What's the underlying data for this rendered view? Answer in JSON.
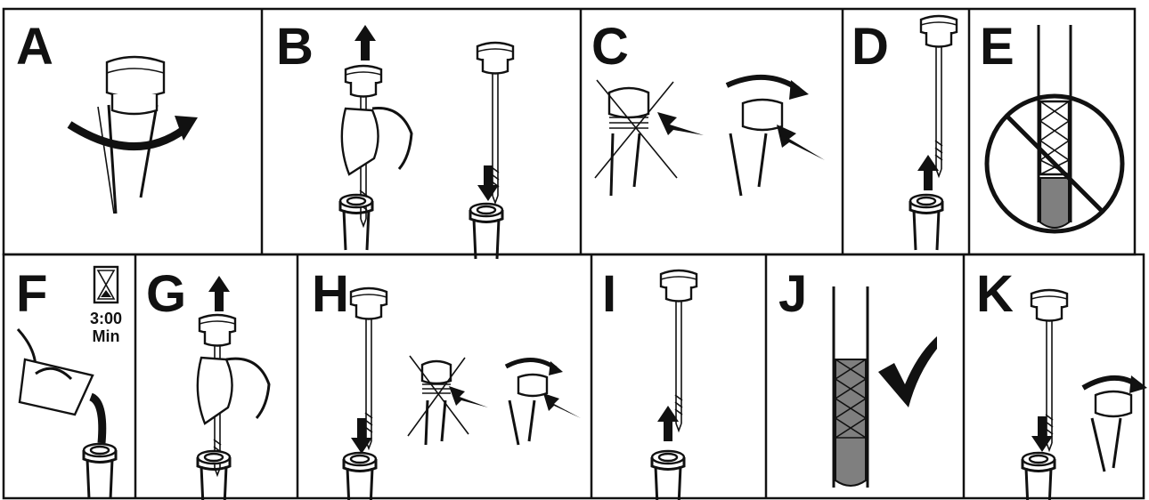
{
  "panels": [
    {
      "id": "A",
      "label": "A"
    },
    {
      "id": "B",
      "label": "B"
    },
    {
      "id": "C",
      "label": "C"
    },
    {
      "id": "D",
      "label": "D"
    },
    {
      "id": "E",
      "label": "E"
    },
    {
      "id": "F",
      "label": "F"
    },
    {
      "id": "G",
      "label": "G"
    },
    {
      "id": "H",
      "label": "H"
    },
    {
      "id": "I",
      "label": "I"
    },
    {
      "id": "J",
      "label": "J"
    },
    {
      "id": "K",
      "label": "K"
    }
  ],
  "timer": {
    "time": "3:00",
    "unit": "Min",
    "icon": "hourglass-icon"
  },
  "colors": {
    "ink": "#111111",
    "oil": "#7f7f7f",
    "paper": "#ffffff"
  }
}
